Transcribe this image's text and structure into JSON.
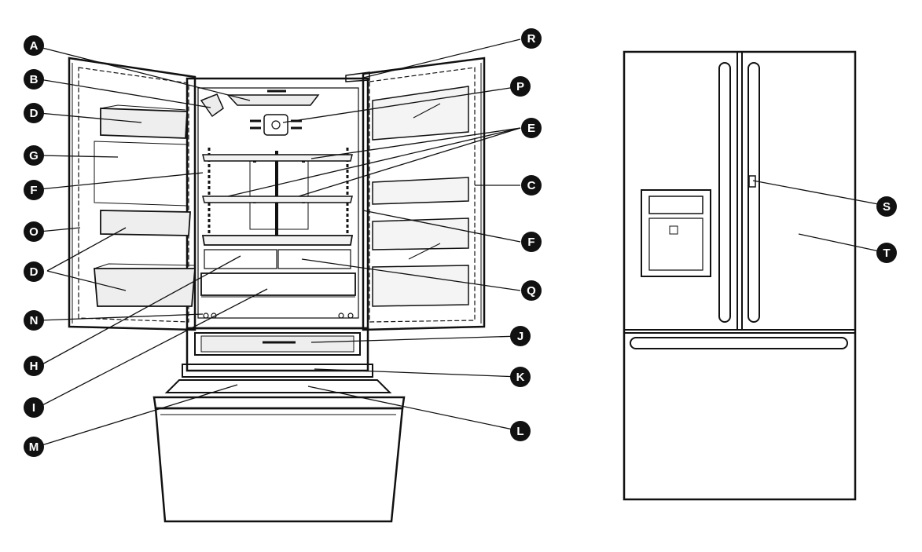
{
  "callouts": {
    "A": "A",
    "B": "B",
    "C": "C",
    "D": "D",
    "E": "E",
    "F": "F",
    "G": "G",
    "H": "H",
    "I": "I",
    "J": "J",
    "K": "K",
    "L": "L",
    "M": "M",
    "N": "N",
    "O": "O",
    "P": "P",
    "Q": "Q",
    "R": "R",
    "S": "S",
    "T": "T"
  },
  "colors": {
    "ink": "#111111",
    "paper": "#ffffff",
    "glass": "#e6e6e6"
  }
}
